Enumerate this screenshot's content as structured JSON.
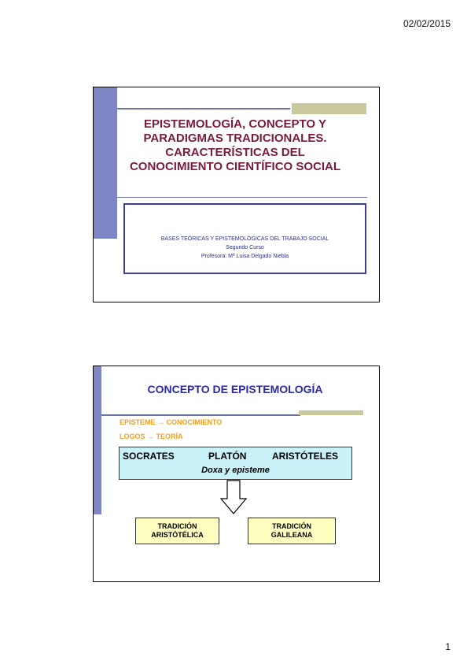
{
  "header": {
    "date": "02/02/2015"
  },
  "footer": {
    "page_number": "1"
  },
  "slide1": {
    "title_lines": [
      "EPISTEMOLOGÍA, CONCEPTO Y",
      "PARADIGMAS TRADICIONALES.",
      "CARACTERÍSTICAS DEL",
      "CONOCIMIENTO CIENTÍFICO SOCIAL"
    ],
    "subtitle_lines": [
      "BASES TEÓRICAS Y EPISTEMOLÓGICAS DEL TRABAJO SOCIAL",
      "Segundo Curso",
      "Profesora:  Mª Luisa Delgado Niebla"
    ]
  },
  "slide2": {
    "title": "CONCEPTO DE EPISTEMOLOGÍA",
    "line1": "EPISTEME → CONOCIMIENTO",
    "line2": "LOGOS → TEORÍA",
    "philosophers": [
      "SOCRATES",
      "PLATÓN",
      "ARISTÓTELES"
    ],
    "doxa": "Doxa y episteme",
    "tradition_left": [
      "TRADICIÓN",
      "ARISTÓTÉLICA"
    ],
    "tradition_right": [
      "TRADICIÓN",
      "GALILEANA"
    ]
  },
  "colors": {
    "title_maroon": "#7a1b3e",
    "accent_blue": "#7f86c6",
    "olive": "#c8c89a",
    "subtitle_blue": "#2a2f8f",
    "orange_text": "#f0a020",
    "cyan_box": "#c8f2f8",
    "yellow_box": "#ffffc0"
  }
}
